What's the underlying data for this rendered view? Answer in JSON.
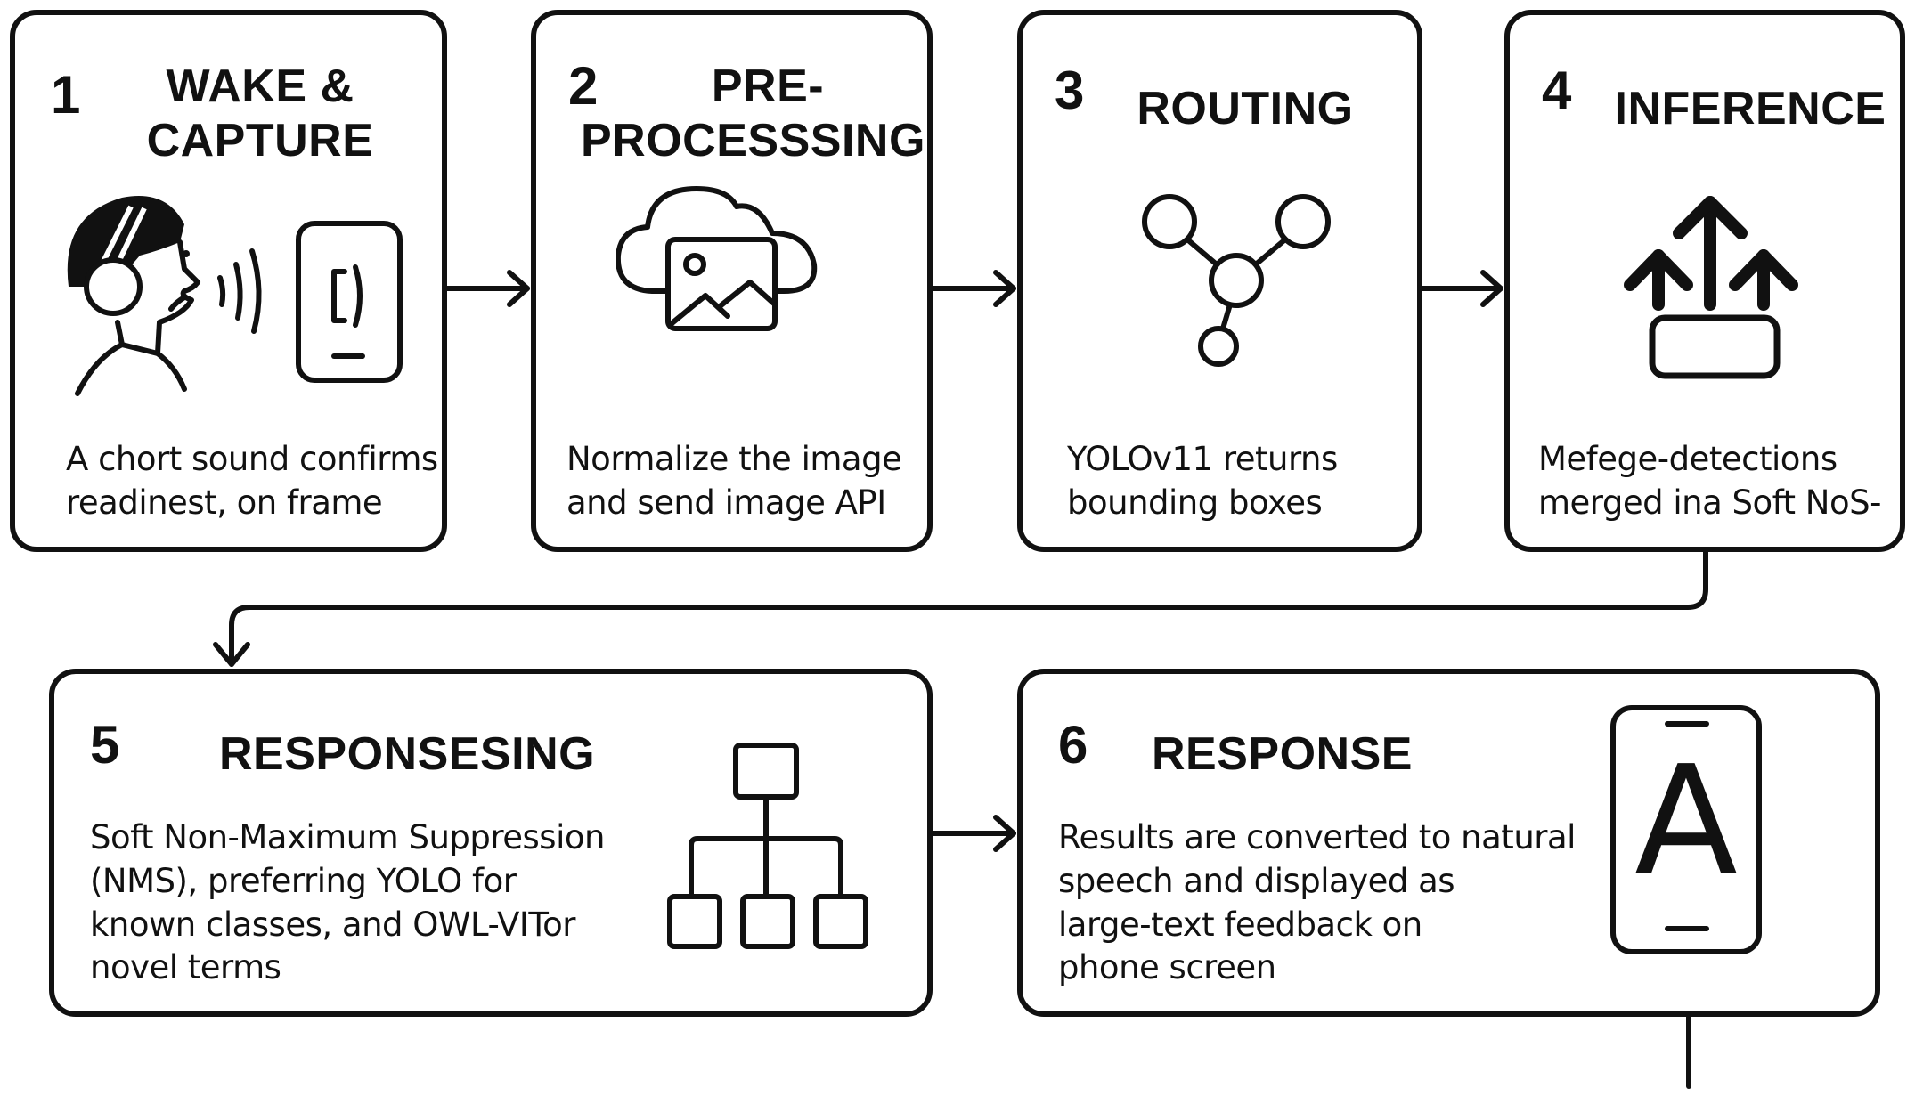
{
  "diagram": {
    "steps": [
      {
        "number": "1",
        "title_lines": [
          "WAKE &",
          "CAPTURE"
        ],
        "description_lines": [
          "A chort sound confirms",
          "readinest, on frame"
        ],
        "icons": [
          "person-with-headphones-speaking-icon",
          "phone-icon"
        ]
      },
      {
        "number": "2",
        "title_lines": [
          "PRE-",
          "PROCESSSING"
        ],
        "description_lines": [
          "Normalize the image",
          "and send image API"
        ],
        "icons": [
          "cloud-image-icon"
        ]
      },
      {
        "number": "3",
        "title_lines": [
          "ROUTING"
        ],
        "description_lines": [
          "YOLOv11 returns",
          "bounding boxes"
        ],
        "icons": [
          "routing-nodes-icon"
        ]
      },
      {
        "number": "4",
        "title_lines": [
          "INFERENCE"
        ],
        "description_lines": [
          "Mefege-detections",
          "merged ina Soft NoS-"
        ],
        "icons": [
          "upload-arrows-icon"
        ]
      },
      {
        "number": "5",
        "title_lines": [
          "RESPONSESING"
        ],
        "description_lines": [
          "Soft Non-Maximum Suppression",
          "(NMS), preferring YOLO for",
          "known classes, and OWL-VITor",
          "novel terms"
        ],
        "icons": [
          "hierarchy-tree-icon"
        ]
      },
      {
        "number": "6",
        "title_lines": [
          "RESPONSE"
        ],
        "description_lines": [
          "Results are converted to natural",
          "speech and displayed as",
          "large-text feedback on",
          "phone screen"
        ],
        "icons": [
          "phone-large-text-icon"
        ],
        "phone_letter": "A"
      }
    ],
    "connections": [
      {
        "from": "1",
        "to": "2"
      },
      {
        "from": "2",
        "to": "3"
      },
      {
        "from": "3",
        "to": "4"
      },
      {
        "from": "4",
        "to": "5"
      },
      {
        "from": "5",
        "to": "6"
      },
      {
        "from": "6",
        "to": "off-canvas"
      }
    ],
    "colors": {
      "stroke": "#111111",
      "background": "#ffffff"
    }
  }
}
